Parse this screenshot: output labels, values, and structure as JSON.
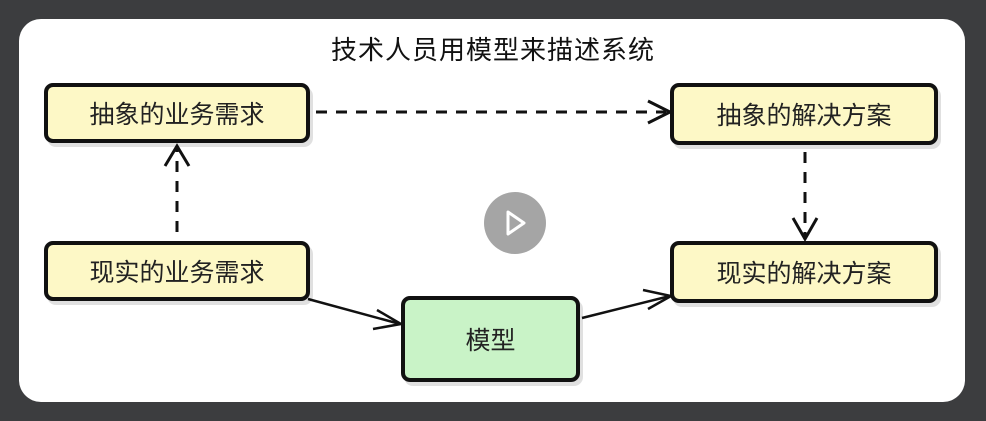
{
  "diagram": {
    "title": "技术人员用模型来描述系统",
    "nodes": {
      "abstract_requirement": "抽象的业务需求",
      "abstract_solution": "抽象的解决方案",
      "real_requirement": "现实的业务需求",
      "real_solution": "现实的解决方案",
      "model": "模型"
    },
    "colors": {
      "node_fill": "#fdf8c6",
      "model_fill": "#c9f3c7",
      "stroke": "#111111",
      "background": "#3c3d3f",
      "card": "#ffffff"
    }
  },
  "player": {
    "play_icon": "play-icon"
  }
}
